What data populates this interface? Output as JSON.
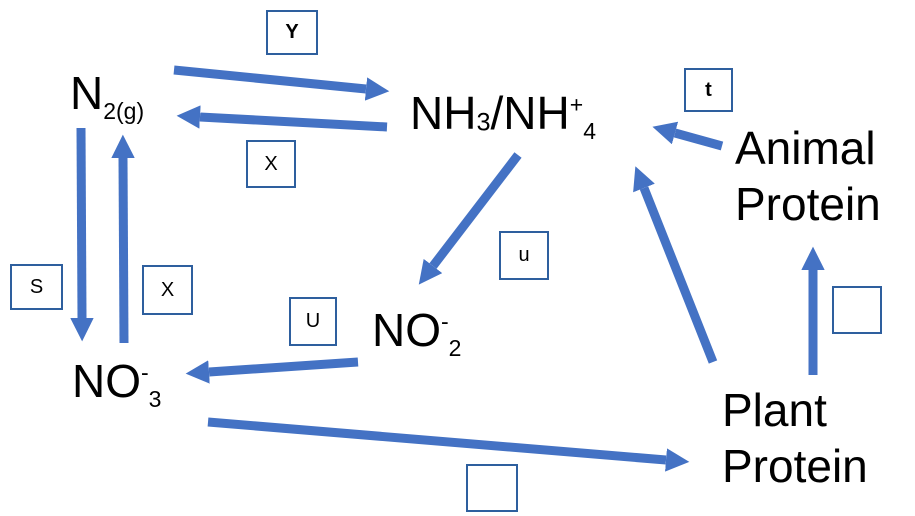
{
  "nodes": {
    "n2": {
      "base": "N",
      "sub": "2(g)"
    },
    "nh3": {
      "left": "NH",
      "left_sub": "3",
      "sep": "/NH",
      "sup": "+",
      "sub": "4"
    },
    "no2": {
      "base": "NO",
      "sup": "-",
      "sub": "2"
    },
    "no3": {
      "base": "NO",
      "sup": "-",
      "sub": "3"
    },
    "animal_protein": {
      "line1": "Animal",
      "line2": "Protein"
    },
    "plant_protein": {
      "line1": "Plant",
      "line2": "Protein"
    }
  },
  "labels": {
    "y": "Y",
    "x_top": "X",
    "t": "t",
    "u_lower": "u",
    "s": "S",
    "x_left": "X",
    "u_upper": "U",
    "plant_to_animal": "",
    "no3_to_plant": ""
  },
  "colors": {
    "arrow": "#4472c4",
    "box_border": "#2e5f9e"
  }
}
